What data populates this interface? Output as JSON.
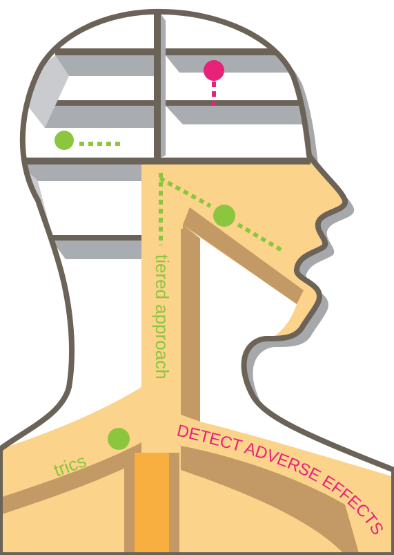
{
  "labels": {
    "tiered": "tiered approach",
    "trics": "trics",
    "detect": "DETECT ADVERSE EFFECTS"
  },
  "colors": {
    "outline": "#6b6358",
    "shelf_top": "#c9cbce",
    "shelf_front": "#a9acb0",
    "shadow": "#a7a8ab",
    "face_fill": "#fbd38a",
    "face_shadow": "#c39a65",
    "trunk": "#f9ae40",
    "green": "#8cc63f",
    "magenta": "#e8227a"
  }
}
